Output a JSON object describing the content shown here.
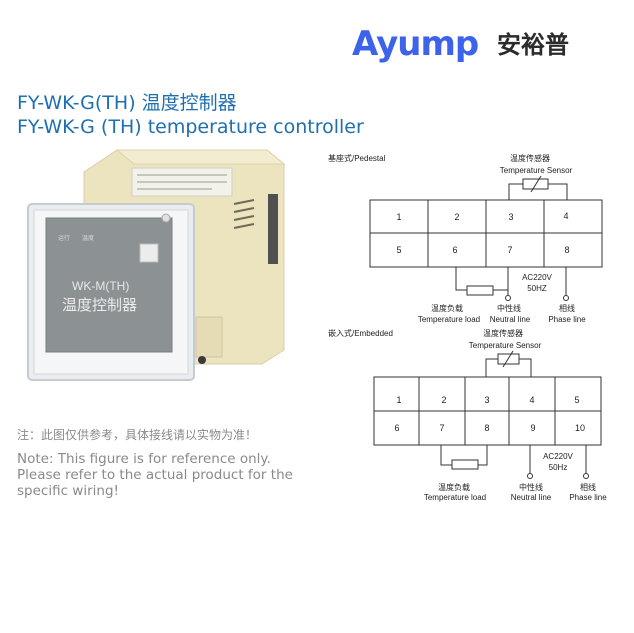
{
  "brand": {
    "name_en": "Ayump",
    "name_cn": "安裕普",
    "color": "#3d63ea"
  },
  "title": {
    "line1": "FY-WK-G(TH) 温度控制器",
    "line2": "FY-WK-G (TH) temperature controller",
    "color": "#1f6fb0"
  },
  "product": {
    "model_label": "WK-M(TH)",
    "name_cn": "温度控制器"
  },
  "note": {
    "cn": "注：此图仅供参考，具体接线请以实物为准！",
    "en_line1": "Note: This figure is for reference only.",
    "en_line2": "Please refer to the actual product for the",
    "en_line3": "specific wiring!"
  },
  "diagrams": {
    "pedestal": {
      "label": "基座式/Pedestal",
      "sensor_cn": "温度传感器",
      "sensor_en": "Temperature Sensor",
      "terminals_top": [
        "1",
        "2",
        "3",
        "4"
      ],
      "terminals_bottom": [
        "5",
        "6",
        "7",
        "8"
      ],
      "supply_line1": "AC220V",
      "supply_line2": "50HZ",
      "load_cn": "温度负载",
      "load_en": "Temperature load",
      "neutral_cn": "中性线",
      "neutral_en": "Neutral line",
      "phase_cn": "相线",
      "phase_en": "Phase line"
    },
    "embedded": {
      "label": "嵌入式/Embedded",
      "sensor_cn": "温度传感器",
      "sensor_en": "Temperature Sensor",
      "terminals_top": [
        "1",
        "2",
        "3",
        "4",
        "5"
      ],
      "terminals_bottom": [
        "6",
        "7",
        "8",
        "9",
        "10"
      ],
      "supply_line1": "AC220V",
      "supply_line2": "50Hz",
      "load_cn": "温度负载",
      "load_en": "Temperature load",
      "neutral_cn": "中性线",
      "neutral_en": "Neutral line",
      "phase_cn": "相线",
      "phase_en": "Phase line"
    }
  }
}
